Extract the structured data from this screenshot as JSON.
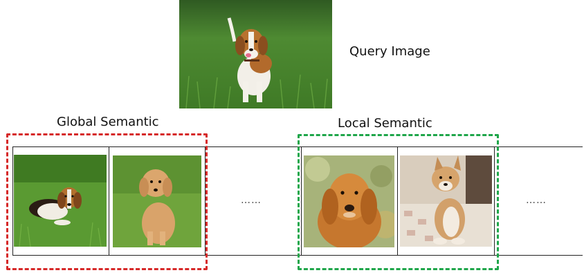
{
  "query": {
    "label": "Query Image",
    "image_icon": "beagle-photo"
  },
  "global": {
    "title": "Global Semantic",
    "color": "#d62828",
    "images": [
      "beagle-lying-photo",
      "golden-puppy-photo"
    ]
  },
  "local": {
    "title": "Local Semantic",
    "color": "#1fa64a",
    "images": [
      "golden-retriever-face-photo",
      "shiba-inu-photo"
    ]
  },
  "ellipsis": [
    "……",
    "……"
  ]
}
